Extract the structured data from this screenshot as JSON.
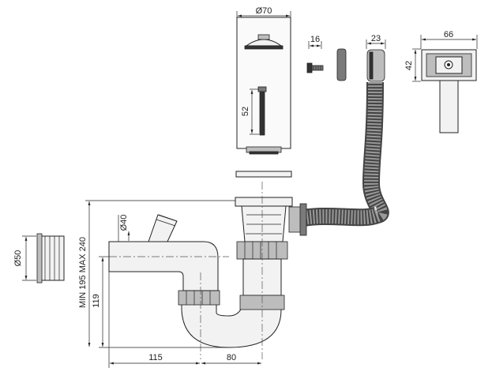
{
  "dimensions": {
    "top_diameter": "Ø70",
    "screw_length": "16",
    "hose_end_width": "23",
    "overflow_width": "66",
    "overflow_height": "42",
    "plug_stem": "52",
    "outlet_diameter": "Ø40",
    "adapter_diameter": "Ø50",
    "height_range": "MIN 195 MAX 240",
    "siphon_height": "119",
    "horizontal_left": "115",
    "horizontal_right": "80"
  }
}
